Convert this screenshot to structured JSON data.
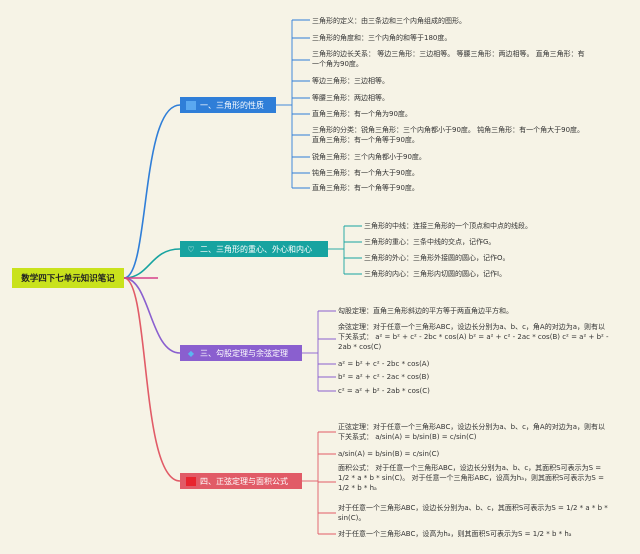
{
  "root": {
    "label": "数学四下七单元知识笔记"
  },
  "colors": {
    "background": "#f6f3e6",
    "root": "#c9e21c",
    "branch1": "#2f7ed8",
    "branch2": "#17a3a0",
    "branch3": "#8a5fcf",
    "branch4": "#e15b67",
    "root_link": "#d6418a"
  },
  "branches": [
    {
      "label": "一、三角形的性质",
      "icon": "blue-square-icon",
      "items": [
        "三角形的定义：由三条边和三个内角组成的图形。",
        "三角形的角度和：三个内角的和等于180度。",
        "三角形的边长关系： 等边三角形：三边相等。 等腰三角形：两边相等。 直角三角形：有一个角为90度。",
        "等边三角形：三边相等。",
        "等腰三角形：两边相等。",
        "直角三角形：有一个角为90度。",
        "三角形的分类：锐角三角形：三个内角都小于90度。 钝角三角形：有一个角大于90度。 直角三角形：有一个角等于90度。",
        "锐角三角形：三个内角都小于90度。",
        "钝角三角形：有一个角大于90度。",
        "直角三角形：有一个角等于90度。"
      ]
    },
    {
      "label": "二、三角形的重心、外心和内心",
      "icon": "heart-icon",
      "items": [
        "三角形的中线：连接三角形的一个顶点和中点的线段。",
        "三角形的重心：三条中线的交点，记作G。",
        "三角形的外心：三角形外接圆的圆心，记作O。",
        "三角形的内心：三角形内切圆的圆心，记作I。"
      ]
    },
    {
      "label": "三、勾股定理与余弦定理",
      "icon": "diamond-icon",
      "items": [
        "勾股定理：直角三角形斜边的平方等于两直角边平方和。",
        "余弦定理：对于任意一个三角形ABC，设边长分别为a、b、c，角A的对边为a，则有以下关系式： a² = b² + c² - 2bc * cos(A) b² = a² + c² - 2ac * cos(B) c² = a² + b² - 2ab * cos(C)",
        "a² = b² + c² - 2bc * cos(A)",
        "b² = a² + c² - 2ac * cos(B)",
        "c² = a² + b² - 2ab * cos(C)"
      ]
    },
    {
      "label": "四、正弦定理与面积公式",
      "icon": "red-square-icon",
      "items": [
        "正弦定理：对于任意一个三角形ABC，设边长分别为a、b、c，角A的对边为a，则有以下关系式： a/sin(A) = b/sin(B) = c/sin(C)",
        "a/sin(A) = b/sin(B) = c/sin(C)",
        "面积公式： 对于任意一个三角形ABC，设边长分别为a、b、c，其面积S可表示为S = 1/2 * a * b * sin(C)。 对于任意一个三角形ABC，设高为hₐ，则其面积S可表示为S = 1/2 * b * hₐ",
        "对于任意一个三角形ABC，设边长分别为a、b、c，其面积S可表示为S = 1/2 * a * b * sin(C)。",
        "对于任意一个三角形ABC，设高为hₐ，则其面积S可表示为S = 1/2 * b * hₐ"
      ]
    }
  ]
}
